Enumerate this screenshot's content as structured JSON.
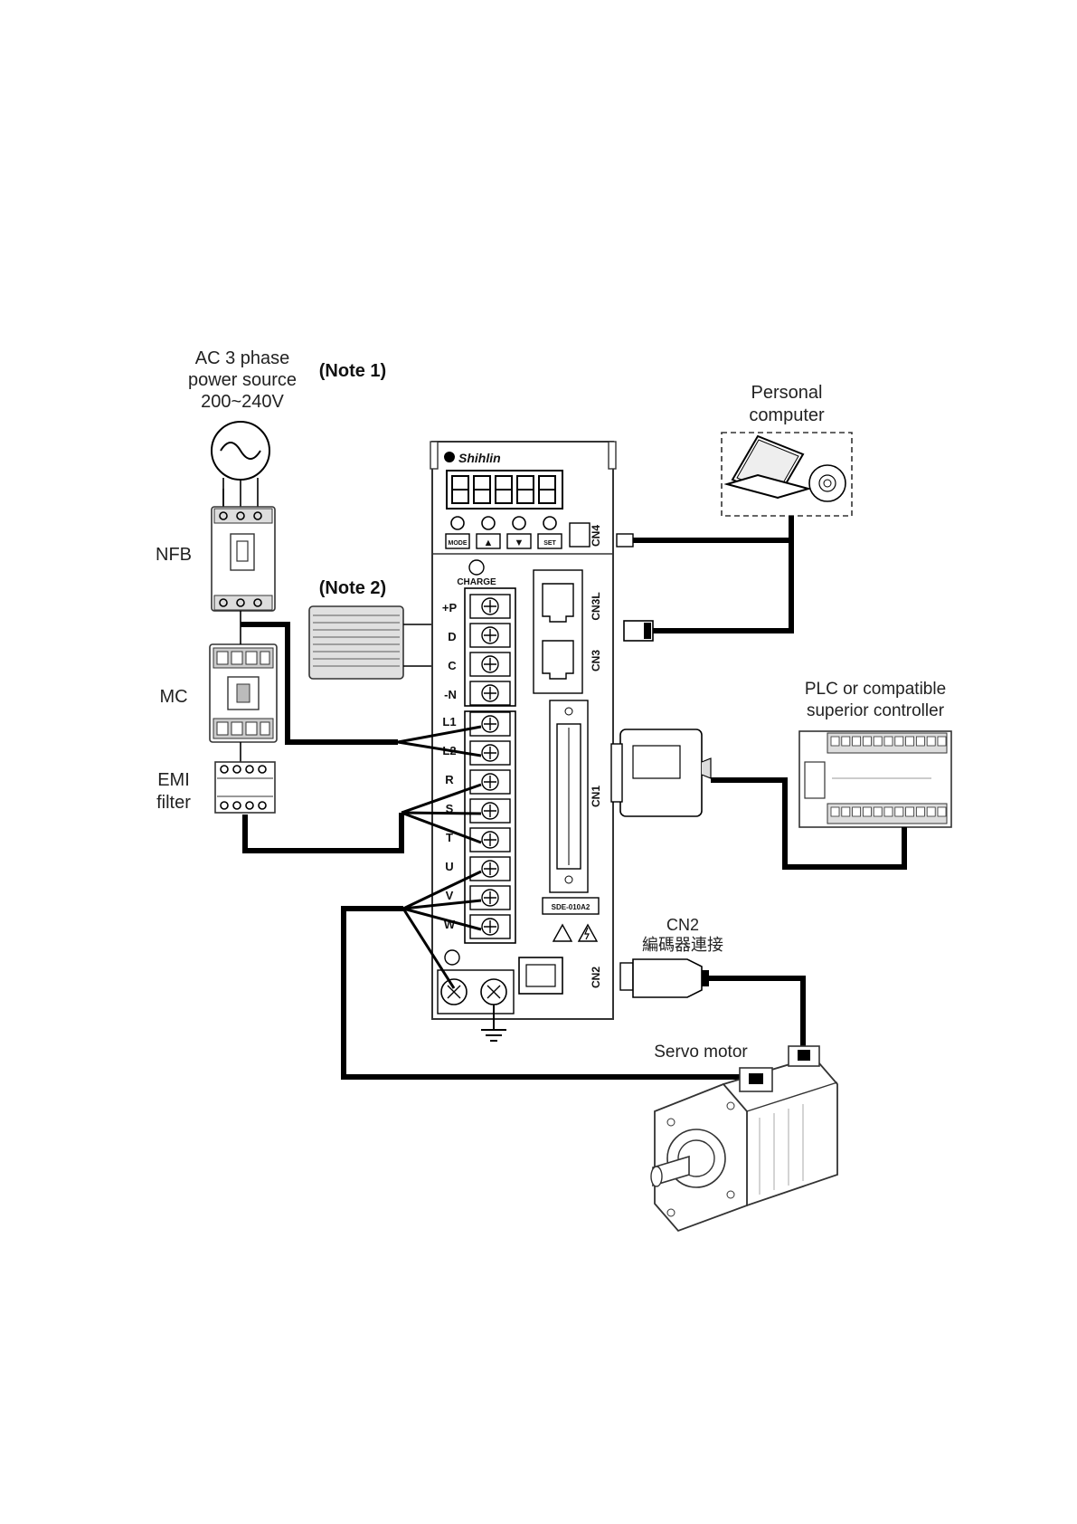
{
  "power_source": {
    "line1": "AC 3 phase",
    "line2": "power source",
    "line3": "200~240V"
  },
  "note1": "(Note 1)",
  "note2": "(Note 2)",
  "nfb_label": "NFB",
  "mc_label": "MC",
  "emi": {
    "line1": "EMI",
    "line2": "filter"
  },
  "pc": {
    "line1": "Personal",
    "line2": "computer"
  },
  "plc": {
    "line1": "PLC or compatible",
    "line2": "superior controller"
  },
  "cn2_cable": {
    "line1": "CN2",
    "line2": "編碼器連接"
  },
  "servo_motor_label": "Servo motor",
  "drive": {
    "brand": "Shihlin",
    "charge": "CHARGE",
    "model": "SDE-010A2",
    "keys": [
      "MODE",
      "▲",
      "▼",
      "SET"
    ],
    "connectors": [
      "CN4",
      "CN3L",
      "CN3",
      "CN1",
      "CN2"
    ],
    "terminals_top": [
      "+P",
      "D",
      "C",
      "-N",
      "L1",
      "L2"
    ],
    "terminals_mid": [
      "R",
      "S",
      "T"
    ],
    "terminals_bot": [
      "U",
      "V",
      "W"
    ]
  }
}
